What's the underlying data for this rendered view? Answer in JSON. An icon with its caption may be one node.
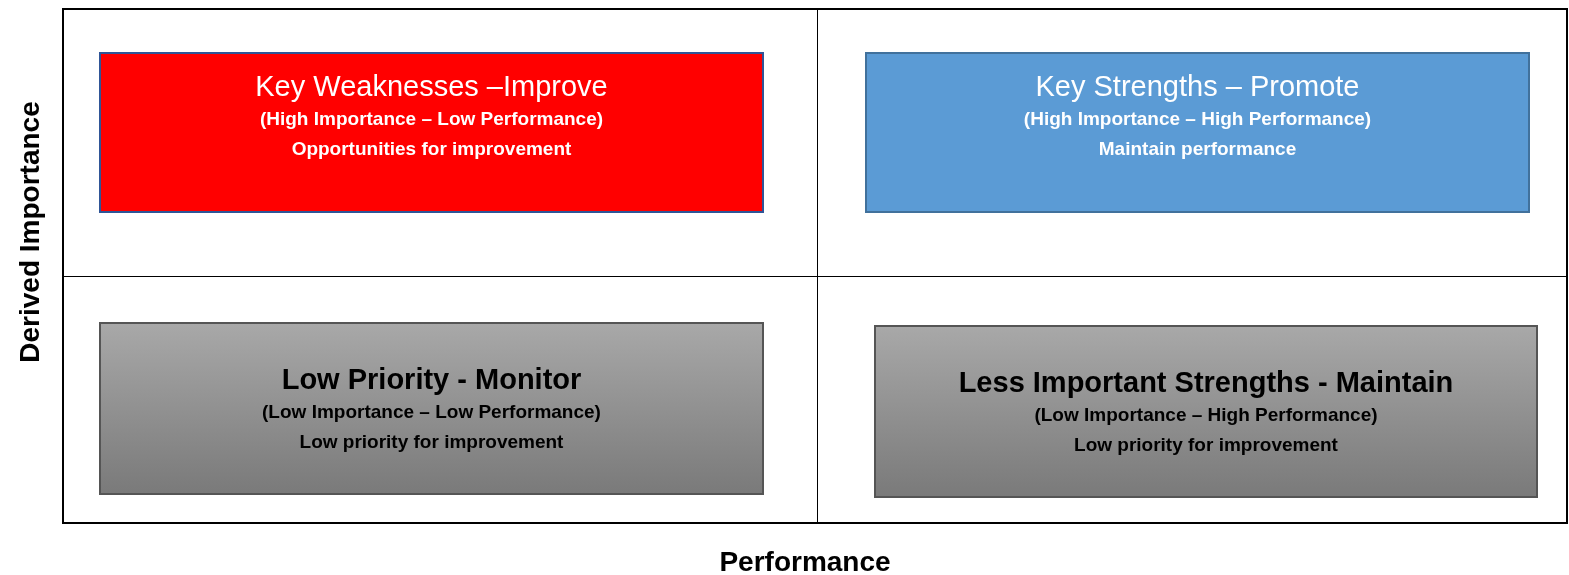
{
  "diagram": {
    "nodes": [
      {
        "text": [
          "Key Weaknesses –Improve",
          "(High Importance – Low Performance)",
          "Opportunities for improvement"
        ]
      },
      {
        "text": [
          "Key Strengths – Promote",
          "(High Importance – High Performance)",
          "Maintain performance"
        ]
      },
      {
        "text": [
          "Low Priority - Monitor",
          "(Low Importance – Low Performance)",
          "Low priority for improvement"
        ]
      },
      {
        "text": [
          "Less Important Strengths - Maintain",
          "(Low Importance – High Performance)",
          "Low priority for improvement"
        ]
      }
    ],
    "labels": [
      "Derived Importance",
      "Performance"
    ]
  }
}
